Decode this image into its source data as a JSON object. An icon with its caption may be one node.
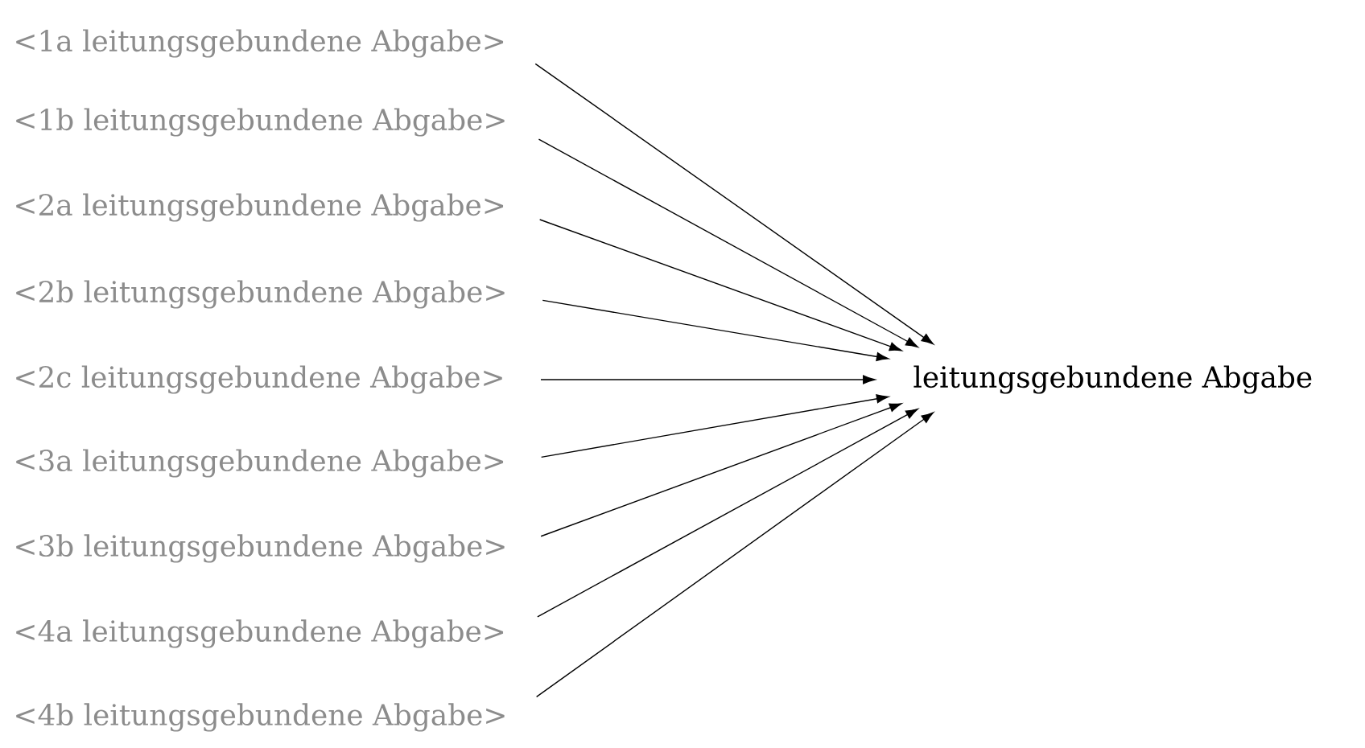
{
  "diagram": {
    "nodes": [
      {
        "text": [
          "<1a leitungsgebundene Abgabe>"
        ]
      },
      {
        "text": [
          "<1b leitungsgebundene Abgabe>"
        ]
      },
      {
        "text": [
          "<2a leitungsgebundene Abgabe>"
        ]
      },
      {
        "text": [
          "<2b leitungsgebundene Abgabe>"
        ]
      },
      {
        "text": [
          "<2c leitungsgebundene Abgabe>"
        ]
      },
      {
        "text": [
          "<3a leitungsgebundene Abgabe>"
        ]
      },
      {
        "text": [
          "<3b leitungsgebundene Abgabe>"
        ]
      },
      {
        "text": [
          "<4a leitungsgebundene Abgabe>"
        ]
      },
      {
        "text": [
          "<4b leitungsgebundene Abgabe>"
        ]
      },
      {
        "text": [
          "leitungsgebundene Abgabe"
        ]
      }
    ],
    "edges": [
      {
        "from": 0,
        "to": 9,
        "arrow": "to"
      },
      {
        "from": 1,
        "to": 9,
        "arrow": "to"
      },
      {
        "from": 2,
        "to": 9,
        "arrow": "to"
      },
      {
        "from": 3,
        "to": 9,
        "arrow": "to"
      },
      {
        "from": 4,
        "to": 9,
        "arrow": "to"
      },
      {
        "from": 5,
        "to": 9,
        "arrow": "to"
      },
      {
        "from": 6,
        "to": 9,
        "arrow": "to"
      },
      {
        "from": 7,
        "to": 9,
        "arrow": "to"
      },
      {
        "from": 8,
        "to": 9,
        "arrow": "to"
      }
    ]
  }
}
